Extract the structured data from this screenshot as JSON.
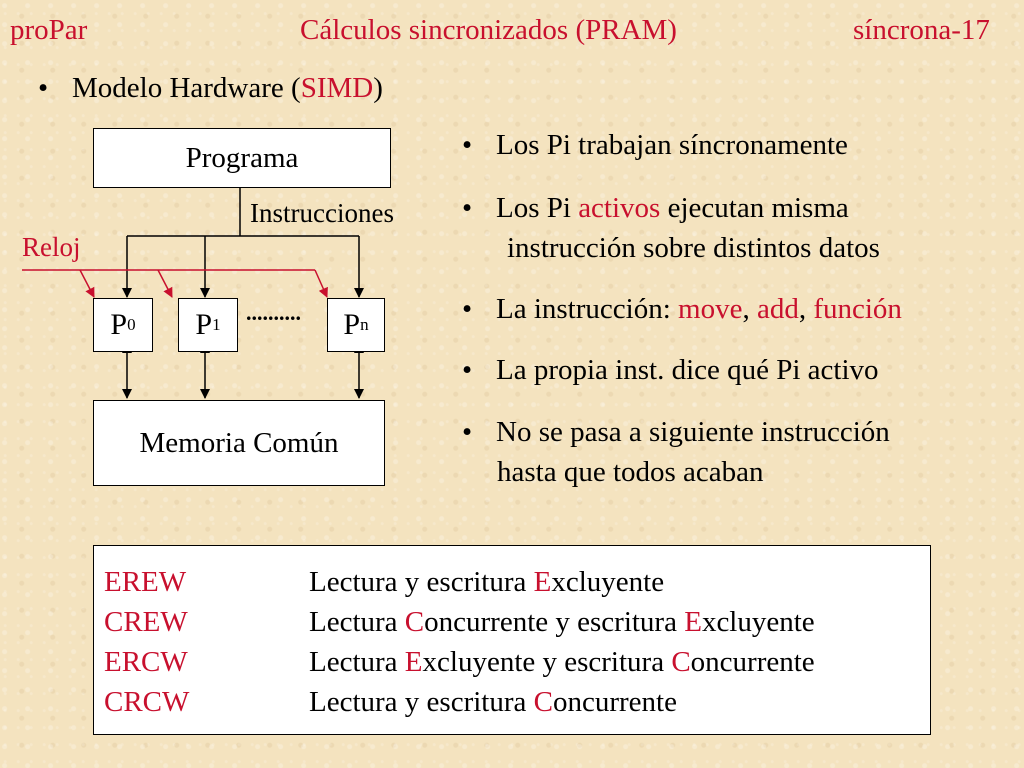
{
  "header": {
    "left": "proPar",
    "center": "Cálculos sincronizados (PRAM)",
    "right": "síncrona-17"
  },
  "subtitle": {
    "bullet": "•",
    "before": "Modelo Hardware (",
    "highlight": "SIMD",
    "after": ")"
  },
  "diagram": {
    "program_label": "Programa",
    "instructions_label": "Instrucciones",
    "clock_label": "Reloj",
    "processors": [
      {
        "base": "P",
        "sub": "0"
      },
      {
        "base": "P",
        "sub": "1"
      },
      {
        "base": "P",
        "sub": "n"
      }
    ],
    "ellipsis": "..........",
    "memory_label": "Memoria Común"
  },
  "points": {
    "bullet": "•",
    "p1": "Los Pi trabajan síncronamente",
    "p2_a": "Los Pi ",
    "p2_red": "activos",
    "p2_b": " ejecutan misma",
    "p2_line2": "instrucción sobre distintos datos",
    "p3_a": "La instrucción: ",
    "p3_r1": "move",
    "p3_sep1": ", ",
    "p3_r2": "add",
    "p3_sep2": ", ",
    "p3_r3": "función",
    "p4": "La propia inst. dice qué Pi activo",
    "p5": "No se pasa a siguiente instrucción",
    "p5_line2": "hasta que todos acaban"
  },
  "modes": [
    {
      "code": "EREW",
      "d1": "Lectura y escritura ",
      "r1": "E",
      "d2": "xcluyente",
      "r2": "",
      "d3": ""
    },
    {
      "code": "CREW",
      "d1": "Lectura ",
      "r1": "C",
      "d2": "oncurrente y escritura ",
      "r2": "E",
      "d3": "xcluyente"
    },
    {
      "code": "ERCW",
      "d1": "Lectura ",
      "r1": "E",
      "d2": "xcluyente y escritura ",
      "r2": "C",
      "d3": "oncurrente"
    },
    {
      "code": "CRCW",
      "d1": "Lectura y escritura ",
      "r1": "C",
      "d2": "oncurrente",
      "r2": "",
      "d3": ""
    }
  ],
  "colors": {
    "accent_red": "#c8102e",
    "text": "#000000",
    "background": "#f4e3bf"
  }
}
